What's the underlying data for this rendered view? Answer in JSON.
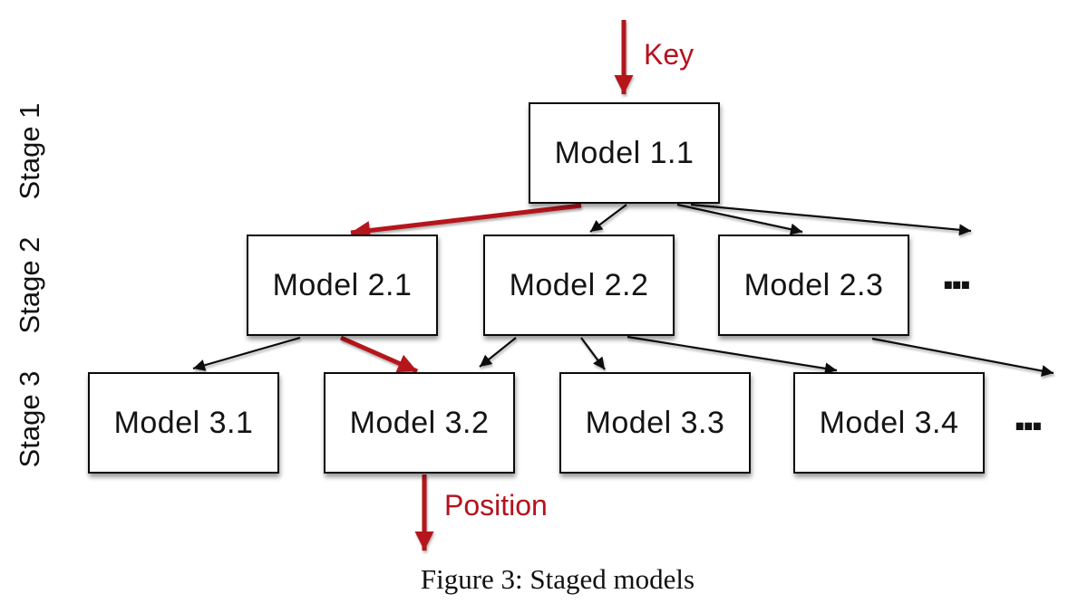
{
  "figure": {
    "caption": "Figure 3: Staged models",
    "annotations": {
      "key": "Key",
      "position": "Position"
    },
    "stage_labels": [
      "Stage 1",
      "Stage 2",
      "Stage 3"
    ],
    "ellipsis": "...",
    "nodes": [
      {
        "id": "model-1-1",
        "label": "Model 1.1",
        "stage": 1
      },
      {
        "id": "model-2-1",
        "label": "Model 2.1",
        "stage": 2
      },
      {
        "id": "model-2-2",
        "label": "Model 2.2",
        "stage": 2
      },
      {
        "id": "model-2-3",
        "label": "Model 2.3",
        "stage": 2
      },
      {
        "id": "model-3-1",
        "label": "Model 3.1",
        "stage": 3
      },
      {
        "id": "model-3-2",
        "label": "Model 3.2",
        "stage": 3
      },
      {
        "id": "model-3-3",
        "label": "Model 3.3",
        "stage": 3
      },
      {
        "id": "model-3-4",
        "label": "Model 3.4",
        "stage": 3
      }
    ],
    "edges": [
      {
        "from": "key-input",
        "to": "model-1-1",
        "style": "highlight"
      },
      {
        "from": "model-1-1",
        "to": "model-2-1",
        "style": "highlight"
      },
      {
        "from": "model-1-1",
        "to": "model-2-2",
        "style": "normal"
      },
      {
        "from": "model-1-1",
        "to": "model-2-3",
        "style": "normal"
      },
      {
        "from": "model-1-1",
        "to": "more-stage-2",
        "style": "normal"
      },
      {
        "from": "model-2-1",
        "to": "model-3-1",
        "style": "normal"
      },
      {
        "from": "model-2-1",
        "to": "model-3-2",
        "style": "highlight"
      },
      {
        "from": "model-2-2",
        "to": "model-3-2",
        "style": "normal"
      },
      {
        "from": "model-2-2",
        "to": "model-3-3",
        "style": "normal"
      },
      {
        "from": "model-2-2",
        "to": "model-3-4",
        "style": "normal"
      },
      {
        "from": "model-2-3",
        "to": "more-stage-3",
        "style": "normal"
      },
      {
        "from": "model-3-2",
        "to": "position-output",
        "style": "highlight"
      }
    ],
    "colors": {
      "highlight": "#B5121E",
      "line": "#0a0a0a",
      "box_fill": "#FFFFFF",
      "box_border": "#0a0a0a"
    }
  }
}
